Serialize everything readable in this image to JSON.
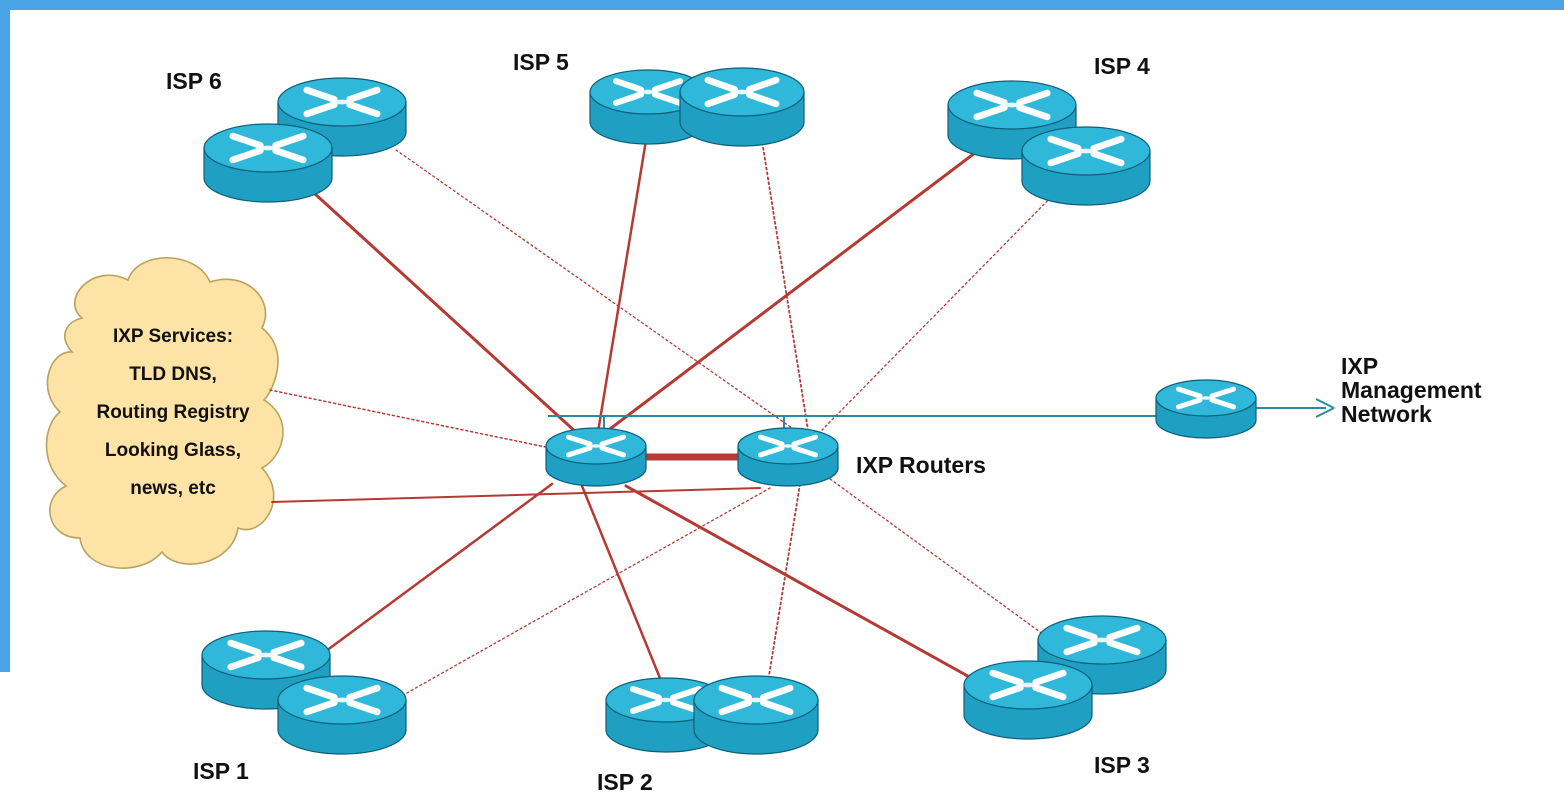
{
  "colors": {
    "frame": "#4aa3e6",
    "link": "#b53a33",
    "router_body": "#1fa0c2",
    "router_top": "#2fb8da",
    "arrow_line": "#2a8aa0",
    "cloud_fill": "#fde3a6"
  },
  "icons": {
    "router": "router-icon",
    "cloud": "cloud-icon",
    "arrow": "arrow-right-icon"
  },
  "isps": {
    "isp1": "ISP 1",
    "isp2": "ISP 2",
    "isp3": "ISP 3",
    "isp4": "ISP 4",
    "isp5": "ISP 5",
    "isp6": "ISP 6"
  },
  "ixp_routers_label": "IXP Routers",
  "management": {
    "line1": "IXP",
    "line2": "Management",
    "line3": "Network"
  },
  "services": {
    "line1": "IXP Services:",
    "line2": "TLD DNS,",
    "line3": "Routing Registry",
    "line4": "Looking Glass,",
    "line5": "news, etc"
  }
}
